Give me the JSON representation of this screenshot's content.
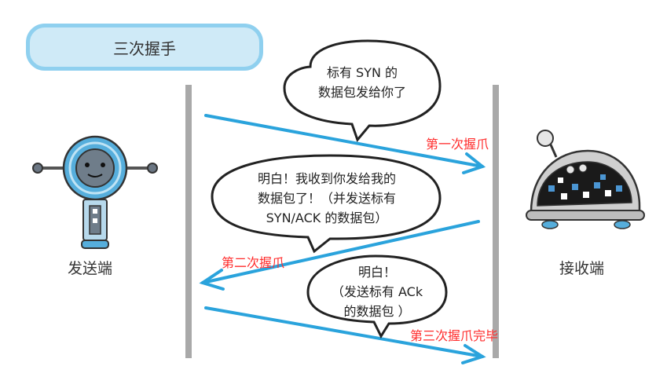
{
  "title": "三次握手",
  "sender": {
    "label": "发送端",
    "icon": "robot-icon"
  },
  "receiver": {
    "label": "接收端",
    "icon": "rover-robot-icon"
  },
  "bubbles": {
    "b1": [
      "标有 SYN 的",
      "数据包发给你了"
    ],
    "b2": [
      "明白！我收到你发给我的",
      "数据包了！（并发送标有",
      "SYN/ACK 的数据包）"
    ],
    "b3": [
      "明白！",
      "（发送标有 ACk",
      "的数据包 ）"
    ]
  },
  "steps": {
    "first": "第一次握爪",
    "second": "第二次握爪",
    "third": "第三次握爪完毕"
  },
  "colors": {
    "arrow": "#2aa3dc",
    "timeline": "#a9a9a9",
    "step_label": "#ff2b2b",
    "title_bg": "#cfeaf7"
  }
}
